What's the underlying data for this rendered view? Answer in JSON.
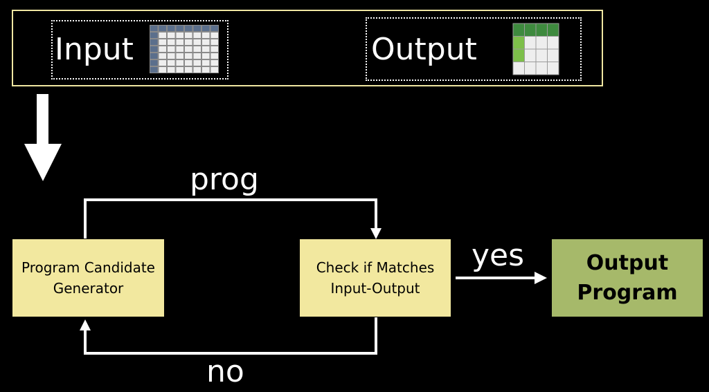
{
  "top_panel": {
    "input_label": "Input",
    "output_label": "Output"
  },
  "nodes": {
    "generator": {
      "line1": "Program Candidate",
      "line2": "Generator"
    },
    "checker": {
      "line1": "Check if Matches",
      "line2": "Input-Output"
    },
    "result": {
      "line1": "Output",
      "line2": "Program"
    }
  },
  "edges": {
    "loop_top": "prog",
    "to_result": "yes",
    "loop_back": "no"
  },
  "colors": {
    "background": "#000000",
    "banner_border": "#f0e7a2",
    "process_fill": "#f2e89f",
    "result_fill": "#a6b96a",
    "input_grid_border": "#5b6f8c",
    "output_header_green": "#3e8a3e",
    "output_column_green": "#7dbf4a",
    "grid_cell": "#eeeeee"
  },
  "icons": {
    "input": "input-table-icon",
    "output": "output-table-icon"
  }
}
